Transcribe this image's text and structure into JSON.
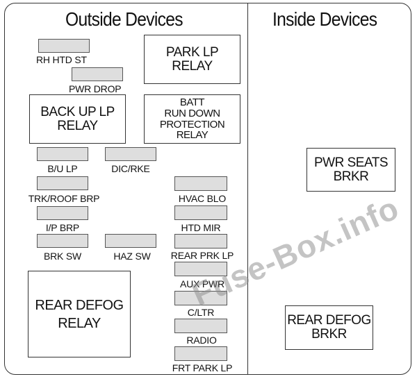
{
  "sections": {
    "outside_title": "Outside Devices",
    "inside_title": "Inside Devices"
  },
  "relays": {
    "park_lp": "PARK LP\nRELAY",
    "back_up_lp": "BACK UP LP\nRELAY",
    "batt_run_down": "BATT\nRUN DOWN\nPROTECTION\nRELAY",
    "rear_defog_relay": "REAR DEFOG\nRELAY",
    "pwr_seats_brkr": "PWR SEATS\nBRKR",
    "rear_defog_brkr": "REAR DEFOG\nBRKR"
  },
  "fuses": {
    "rh_htd_st": "RH HTD ST",
    "pwr_drop": "PWR DROP",
    "bu_lp": "B/U LP",
    "dic_rke": "DIC/RKE",
    "trk_roof_brp": "TRK/ROOF BRP",
    "ip_brp": "I/P BRP",
    "brk_sw": "BRK SW",
    "haz_sw": "HAZ SW",
    "hvac_blo": "HVAC BLO",
    "htd_mir": "HTD MIR",
    "rear_prk_lp": "REAR PRK LP",
    "aux_pwr": "AUX PWR",
    "c_ltr": "C/LTR",
    "radio": "RADIO",
    "frt_park_lp": "FRT PARK LP"
  },
  "watermark": "Fuse-Box.info"
}
